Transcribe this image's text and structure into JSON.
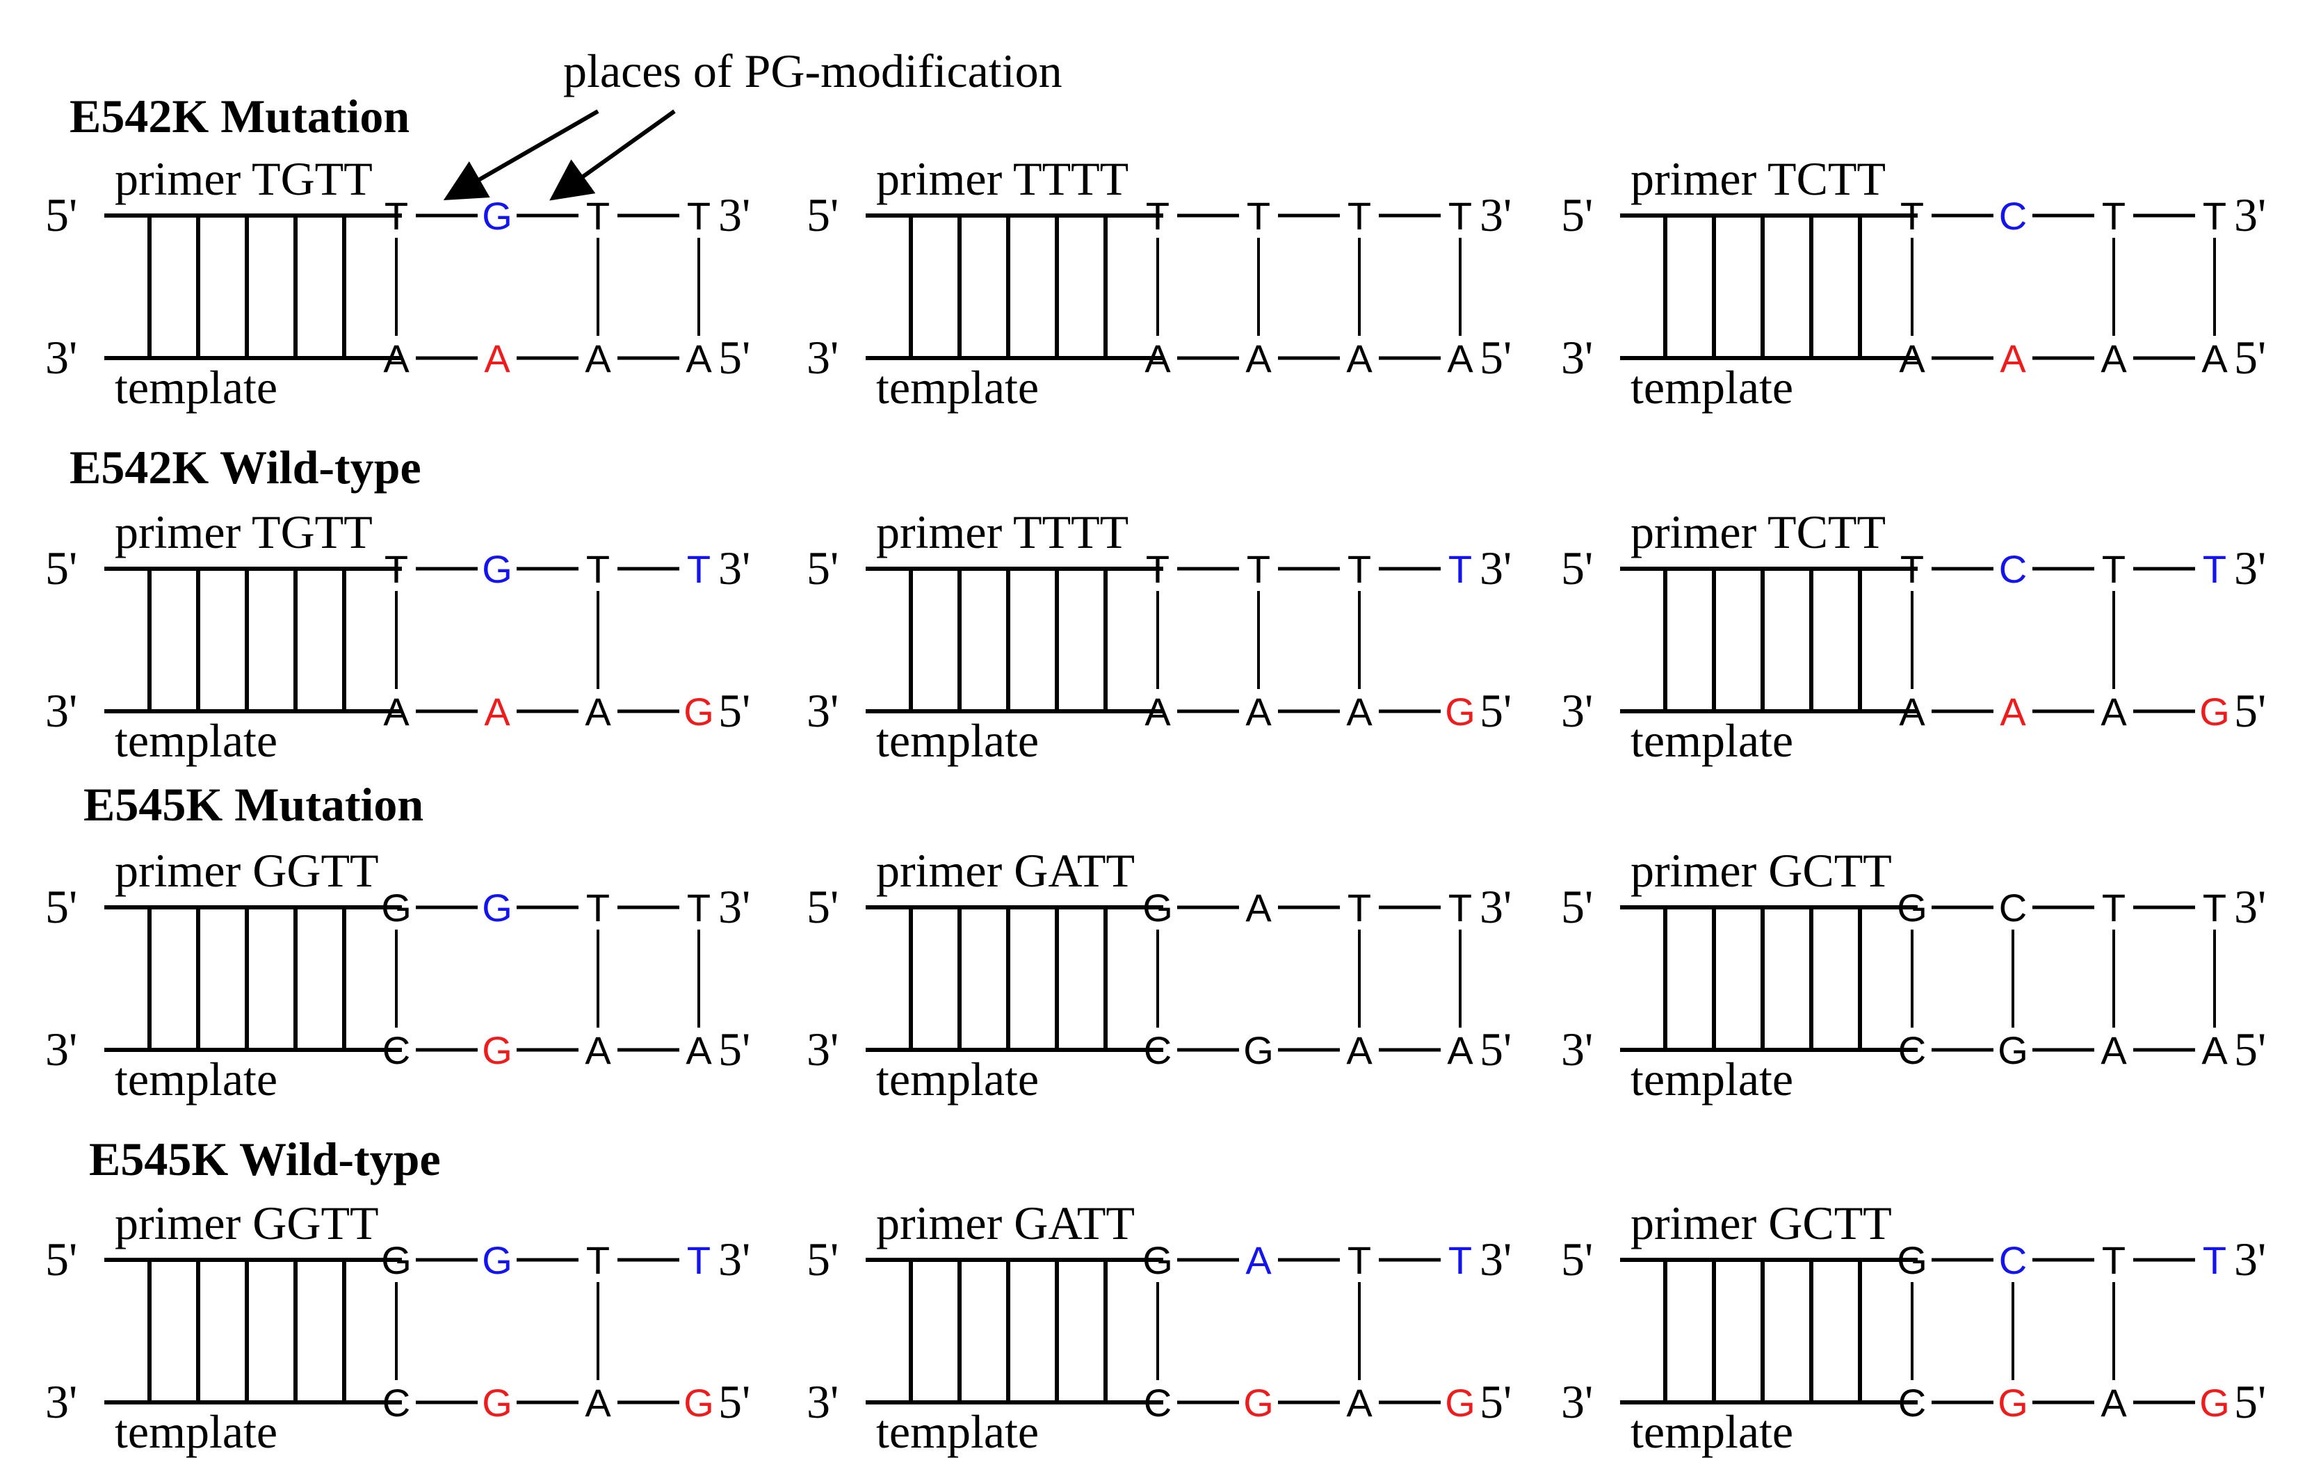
{
  "colors": {
    "black": "#000000",
    "blue": "#1414ee",
    "red": "#ee1c1c"
  },
  "annotation": {
    "label": "places of PG-modification"
  },
  "end_labels": {
    "five_prime": "5'",
    "three_prime": "3'"
  },
  "template_label": "template",
  "rows": [
    {
      "title": "E542K  Mutation",
      "panels": [
        {
          "primer_label": "primer TGTT",
          "top": [
            [
              "T",
              "black"
            ],
            [
              "G",
              "blue"
            ],
            [
              "T",
              "black"
            ],
            [
              "T",
              "black"
            ]
          ],
          "bottom": [
            [
              "A",
              "black"
            ],
            [
              "A",
              "red"
            ],
            [
              "A",
              "black"
            ],
            [
              "A",
              "black"
            ]
          ],
          "pairs": [
            true,
            false,
            true,
            true
          ]
        },
        {
          "primer_label": "primer TTTT",
          "top": [
            [
              "T",
              "black"
            ],
            [
              "T",
              "black"
            ],
            [
              "T",
              "black"
            ],
            [
              "T",
              "black"
            ]
          ],
          "bottom": [
            [
              "A",
              "black"
            ],
            [
              "A",
              "black"
            ],
            [
              "A",
              "black"
            ],
            [
              "A",
              "black"
            ]
          ],
          "pairs": [
            true,
            true,
            true,
            true
          ]
        },
        {
          "primer_label": "primer TCTT",
          "top": [
            [
              "T",
              "black"
            ],
            [
              "C",
              "blue"
            ],
            [
              "T",
              "black"
            ],
            [
              "T",
              "black"
            ]
          ],
          "bottom": [
            [
              "A",
              "black"
            ],
            [
              "A",
              "red"
            ],
            [
              "A",
              "black"
            ],
            [
              "A",
              "black"
            ]
          ],
          "pairs": [
            true,
            false,
            true,
            true
          ]
        }
      ]
    },
    {
      "title": "E542K  Wild-type",
      "panels": [
        {
          "primer_label": "primer TGTT",
          "top": [
            [
              "T",
              "black"
            ],
            [
              "G",
              "blue"
            ],
            [
              "T",
              "black"
            ],
            [
              "T",
              "blue"
            ]
          ],
          "bottom": [
            [
              "A",
              "black"
            ],
            [
              "A",
              "red"
            ],
            [
              "A",
              "black"
            ],
            [
              "G",
              "red"
            ]
          ],
          "pairs": [
            true,
            false,
            true,
            false
          ]
        },
        {
          "primer_label": "primer TTTT",
          "top": [
            [
              "T",
              "black"
            ],
            [
              "T",
              "black"
            ],
            [
              "T",
              "black"
            ],
            [
              "T",
              "blue"
            ]
          ],
          "bottom": [
            [
              "A",
              "black"
            ],
            [
              "A",
              "black"
            ],
            [
              "A",
              "black"
            ],
            [
              "G",
              "red"
            ]
          ],
          "pairs": [
            true,
            true,
            true,
            false
          ]
        },
        {
          "primer_label": "primer TCTT",
          "top": [
            [
              "T",
              "black"
            ],
            [
              "C",
              "blue"
            ],
            [
              "T",
              "black"
            ],
            [
              "T",
              "blue"
            ]
          ],
          "bottom": [
            [
              "A",
              "black"
            ],
            [
              "A",
              "red"
            ],
            [
              "A",
              "black"
            ],
            [
              "G",
              "red"
            ]
          ],
          "pairs": [
            true,
            false,
            true,
            false
          ]
        }
      ]
    },
    {
      "title": "E545K  Mutation",
      "panels": [
        {
          "primer_label": "primer GGTT",
          "top": [
            [
              "G",
              "black"
            ],
            [
              "G",
              "blue"
            ],
            [
              "T",
              "black"
            ],
            [
              "T",
              "black"
            ]
          ],
          "bottom": [
            [
              "C",
              "black"
            ],
            [
              "G",
              "red"
            ],
            [
              "A",
              "black"
            ],
            [
              "A",
              "black"
            ]
          ],
          "pairs": [
            true,
            false,
            true,
            true
          ]
        },
        {
          "primer_label": "primer GATT",
          "top": [
            [
              "G",
              "black"
            ],
            [
              "A",
              "black"
            ],
            [
              "T",
              "black"
            ],
            [
              "T",
              "black"
            ]
          ],
          "bottom": [
            [
              "C",
              "black"
            ],
            [
              "G",
              "black"
            ],
            [
              "A",
              "black"
            ],
            [
              "A",
              "black"
            ]
          ],
          "pairs": [
            true,
            false,
            true,
            true
          ]
        },
        {
          "primer_label": "primer GCTT",
          "top": [
            [
              "G",
              "black"
            ],
            [
              "C",
              "black"
            ],
            [
              "T",
              "black"
            ],
            [
              "T",
              "black"
            ]
          ],
          "bottom": [
            [
              "C",
              "black"
            ],
            [
              "G",
              "black"
            ],
            [
              "A",
              "black"
            ],
            [
              "A",
              "black"
            ]
          ],
          "pairs": [
            true,
            true,
            true,
            true
          ]
        }
      ]
    },
    {
      "title": "E545K  Wild-type",
      "panels": [
        {
          "primer_label": "primer GGTT",
          "top": [
            [
              "G",
              "black"
            ],
            [
              "G",
              "blue"
            ],
            [
              "T",
              "black"
            ],
            [
              "T",
              "blue"
            ]
          ],
          "bottom": [
            [
              "C",
              "black"
            ],
            [
              "G",
              "red"
            ],
            [
              "A",
              "black"
            ],
            [
              "G",
              "red"
            ]
          ],
          "pairs": [
            true,
            false,
            true,
            false
          ]
        },
        {
          "primer_label": "primer GATT",
          "top": [
            [
              "G",
              "black"
            ],
            [
              "A",
              "blue"
            ],
            [
              "T",
              "black"
            ],
            [
              "T",
              "blue"
            ]
          ],
          "bottom": [
            [
              "C",
              "black"
            ],
            [
              "G",
              "red"
            ],
            [
              "A",
              "black"
            ],
            [
              "G",
              "red"
            ]
          ],
          "pairs": [
            true,
            false,
            true,
            false
          ]
        },
        {
          "primer_label": "primer GCTT",
          "top": [
            [
              "G",
              "black"
            ],
            [
              "C",
              "blue"
            ],
            [
              "T",
              "black"
            ],
            [
              "T",
              "blue"
            ]
          ],
          "bottom": [
            [
              "C",
              "black"
            ],
            [
              "G",
              "red"
            ],
            [
              "A",
              "black"
            ],
            [
              "G",
              "red"
            ]
          ],
          "pairs": [
            true,
            true,
            true,
            false
          ]
        }
      ]
    }
  ]
}
